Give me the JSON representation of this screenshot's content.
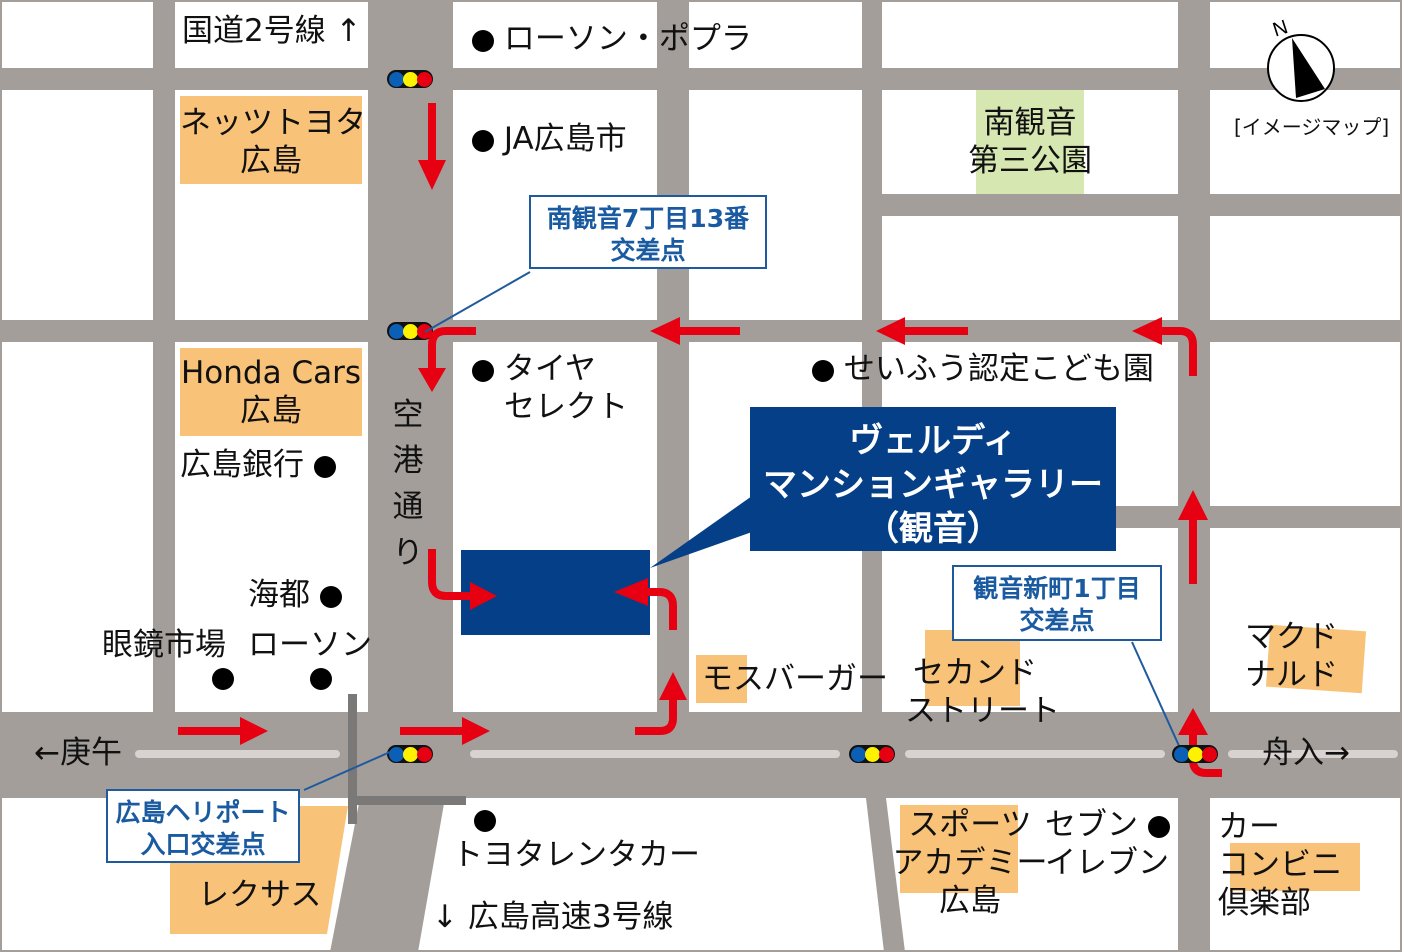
{
  "map": {
    "caption": "[イメージマップ]",
    "compass": {
      "label": "N"
    },
    "colors": {
      "road": "#a39e9a",
      "route_arrow": "#e60012",
      "landmark_orange": "#f8c378",
      "park_green": "#d7e7b2",
      "gallery_blue": "#043f87",
      "callout_text": "#1a5aa0",
      "signal": [
        "#0b5fb5",
        "#fff200",
        "#e60012"
      ]
    },
    "destination": {
      "line1": "ヴェルディ",
      "line2": "マンションギャラリー",
      "line3": "（観音）"
    },
    "directions": {
      "route2": "国道2号線 ↑",
      "koi": "←庚午",
      "funairi": "舟入→",
      "expressway": "↓ 広島高速3号線",
      "airport_street": [
        "空",
        "港",
        "通",
        "り"
      ]
    },
    "intersections": {
      "minami_kanon": {
        "line1": "南観音7丁目13番",
        "line2": "交差点"
      },
      "kanon_shinmachi": {
        "line1": "観音新町1丁目",
        "line2": "交差点"
      },
      "heliport": {
        "line1": "広島ヘリポート",
        "line2": "入口交差点"
      }
    },
    "landmarks": {
      "netz_toyota": {
        "line1": "ネッツトヨタ",
        "line2": "広島"
      },
      "honda_cars": {
        "line1": "Honda Cars",
        "line2": "広島"
      },
      "park": {
        "line1": "南観音",
        "line2": "第三公園"
      },
      "lawson_poplar": "ローソン・ポプラ",
      "ja": "JA広島市",
      "tire_select": {
        "line1": "タイヤ",
        "line2": "セレクト"
      },
      "seifu": "せいふう認定こども園",
      "hiroshima_bank": "広島銀行",
      "kaito": "海都",
      "megane_ichiba": "眼鏡市場",
      "lawson": "ローソン",
      "mos_burger": "モスバーガー",
      "second_street": {
        "line1": "セカンド",
        "line2": "ストリート"
      },
      "mcdonalds": {
        "line1": "マクド",
        "line2": "ナルド"
      },
      "lexus": "レクサス",
      "toyota_rent": "トヨタレンタカー",
      "sports_academy": {
        "line1": "スポーツ",
        "line2": "アカデミー",
        "line3": "広島"
      },
      "seven_eleven": {
        "line1": "セブン",
        "line2": "イレブン"
      },
      "car_convenience": {
        "line1": "カー",
        "line2": "コンビニ",
        "line3": "倶楽部"
      }
    }
  }
}
